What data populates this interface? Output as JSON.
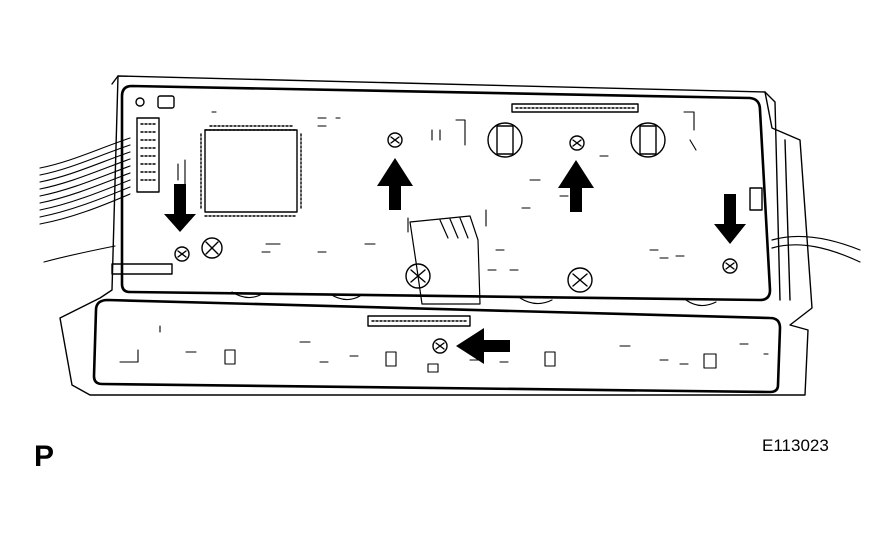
{
  "view_label": "P",
  "figure_code": "E113023",
  "colors": {
    "line": "#000000",
    "background": "#ffffff"
  },
  "components": [
    "main-circuit-board",
    "lower-circuit-board",
    "lcd-chip",
    "flat-ribbon-cable",
    "wire-harness",
    "screw"
  ],
  "screws_indicated": 5
}
